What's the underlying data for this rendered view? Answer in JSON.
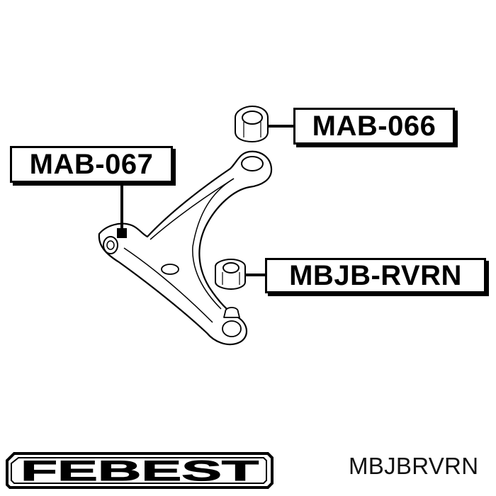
{
  "labels": {
    "upper_bushing": "MAB-066",
    "front_bushing": "MAB-067",
    "rear_bushing": "MBJB-RVRN"
  },
  "brand": {
    "logo_text": "FEBEST"
  },
  "part_number": "MBJBRVRN"
}
